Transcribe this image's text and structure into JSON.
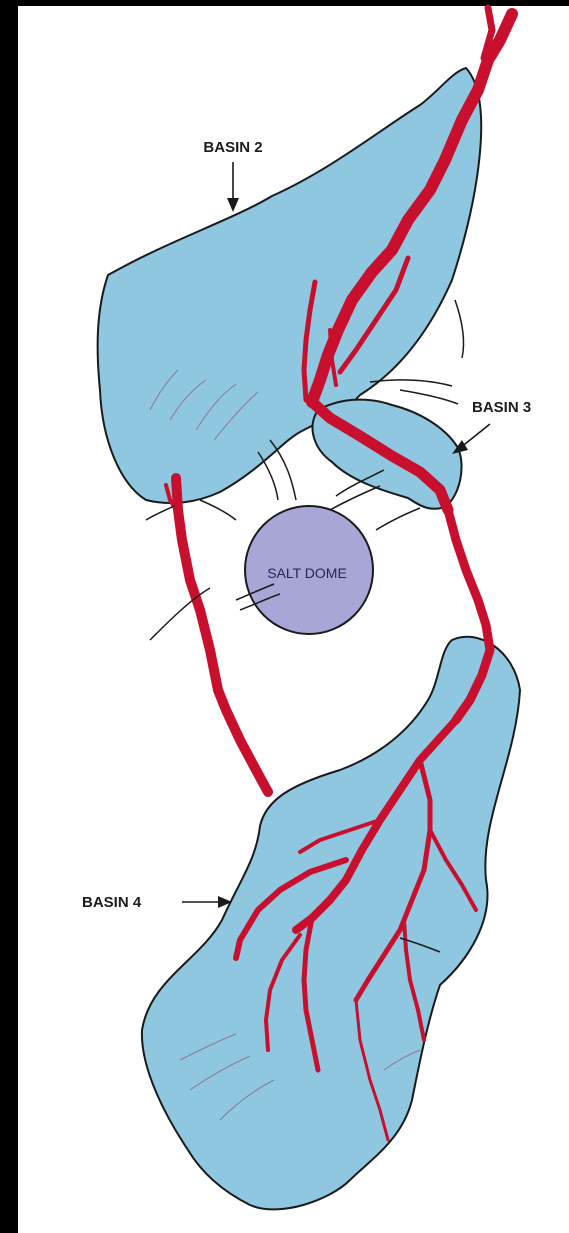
{
  "labels": {
    "basin_2": "BASIN 2",
    "basin_3": "BASIN 3",
    "basin_4": "BASIN 4",
    "salt_dome": "SALT DOME"
  },
  "colors": {
    "frame": "#000000",
    "paper": "#ffffff",
    "basin_fill": "#8fc6e0",
    "channel_red": "#c8102e",
    "salt_dome_fill": "#a7a6d6",
    "outline": "#1a1a1a"
  }
}
